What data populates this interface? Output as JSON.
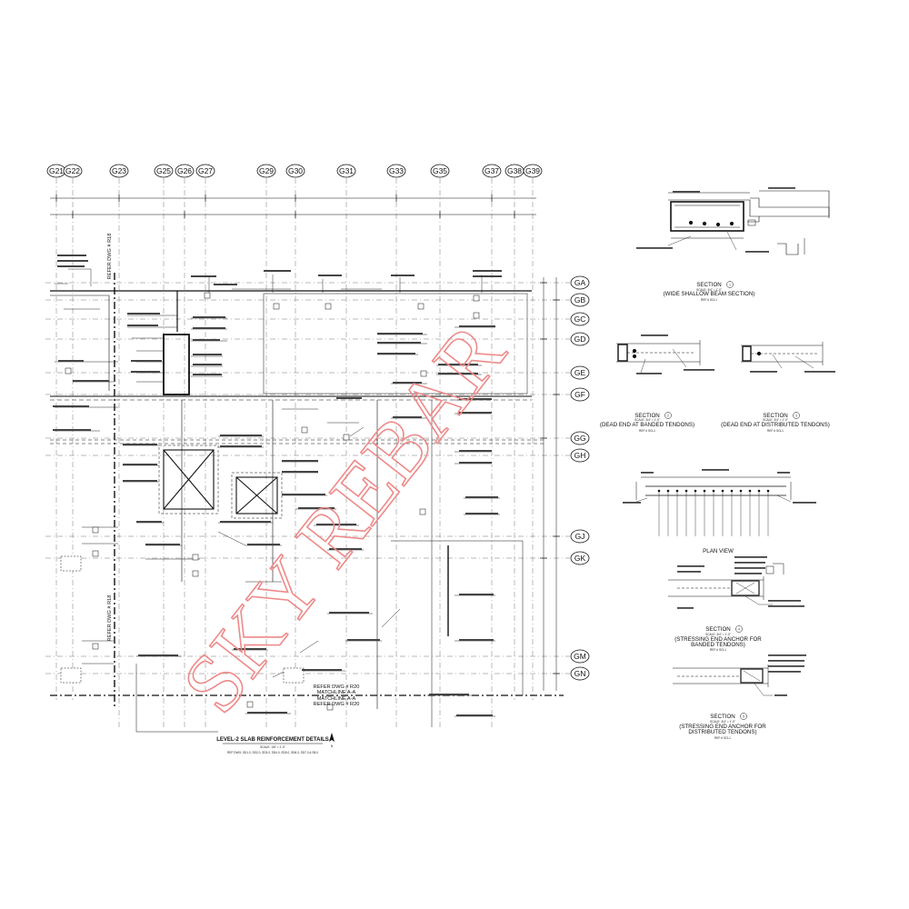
{
  "grid_columns": [
    "G21",
    "G22",
    "G23",
    "G25",
    "G26",
    "G27",
    "G29",
    "G30",
    "G31",
    "G33",
    "G35",
    "G37",
    "G38",
    "G39"
  ],
  "grid_rows": [
    "GA",
    "GB",
    "GC",
    "GD",
    "GE",
    "GF",
    "GG",
    "GH",
    "GJ",
    "GK",
    "GM",
    "GN"
  ],
  "plan": {
    "title": "LEVEL-2 SLAB REINFORCEMENT DETAILS",
    "scale": "SCALE: 1/8\" = 1'-0\"",
    "refs": "REF DWG: SD1.0, SD2.0, SD3.0, SD4.0, SD5.0, SD6.0, SD7.0 & S8.0",
    "refer_r20_a": "REFER DWG # R20",
    "match_line_a": "MATCHLINE A-A",
    "match_line_b": "MATCHLINE A-A",
    "refer_r20_b": "REFER DWG # R20",
    "refer_r18_top": "REFER DWG # R18",
    "refer_r18_left": "REFER DWG # R18",
    "north_symbol": "N"
  },
  "sections": [
    {
      "title": "SECTION",
      "number": "1",
      "scale": "SCALE: 3/4\" = 1'-0\"",
      "name": "(WIDE SHALLOW BEAM SECTION)",
      "ref": "REF # SCL1"
    },
    {
      "title": "SECTION",
      "number": "2",
      "scale": "SCALE: 3/4\" = 1'-0\"",
      "name": "(DEAD END AT BANDED TENDONS)",
      "ref": "REF # SCL1"
    },
    {
      "title": "SECTION",
      "number": "3",
      "scale": "SCALE: 3/4\" = 1'-0\"",
      "name": "(DEAD END AT DISTRIBUTED TENDONS)",
      "ref": "REF # SCL1"
    },
    {
      "title": "PLAN VIEW",
      "number": "",
      "scale": "",
      "name": "",
      "ref": ""
    },
    {
      "title": "SECTION",
      "number": "4",
      "scale": "SCALE: 3/4\" = 1'-0\"",
      "name": "(STRESSING END ANCHOR FOR BANDED TENDONS)",
      "ref": "REF # SCL1"
    },
    {
      "title": "SECTION",
      "number": "5",
      "scale": "SCALE: 3/4\" = 1'-0\"",
      "name": "(STRESSING END ANCHOR FOR DISTRIBUTED TENDONS)",
      "ref": "REF # SCL1"
    }
  ],
  "watermark": {
    "text": "SKY REBAR",
    "color": "#ee8a8a"
  }
}
